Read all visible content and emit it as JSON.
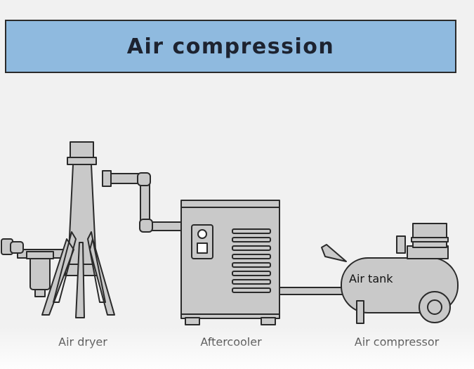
{
  "title": "Air compression",
  "components": {
    "air_dryer": "Air dryer",
    "aftercooler": "Aftercooler",
    "air_compressor": "Air compressor",
    "air_tank": "Air tank"
  },
  "colors": {
    "banner": "#8fbadf",
    "equipment": "#c9c9c9",
    "outline": "#2a2a2a",
    "background": "#f1f1f1"
  }
}
